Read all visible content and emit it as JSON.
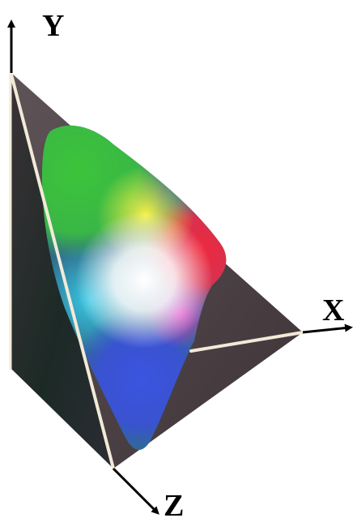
{
  "axes": {
    "y_label": "Y",
    "x_label": "X",
    "z_label": "Z"
  },
  "colors": {
    "background": "#ffffff",
    "axis": "#000000",
    "tetrahedron_dark": "#4a4044",
    "tetrahedron_mid": "#6e6266",
    "tetrahedron_edge": "#f2ead8",
    "gamut_green": "#3cc43a",
    "gamut_yellow": "#f2f040",
    "gamut_red": "#f0283c",
    "gamut_magenta": "#e23cc8",
    "gamut_blue": "#3c5ae6",
    "gamut_cyan": "#38c0e0",
    "gamut_white": "#ffffff"
  }
}
